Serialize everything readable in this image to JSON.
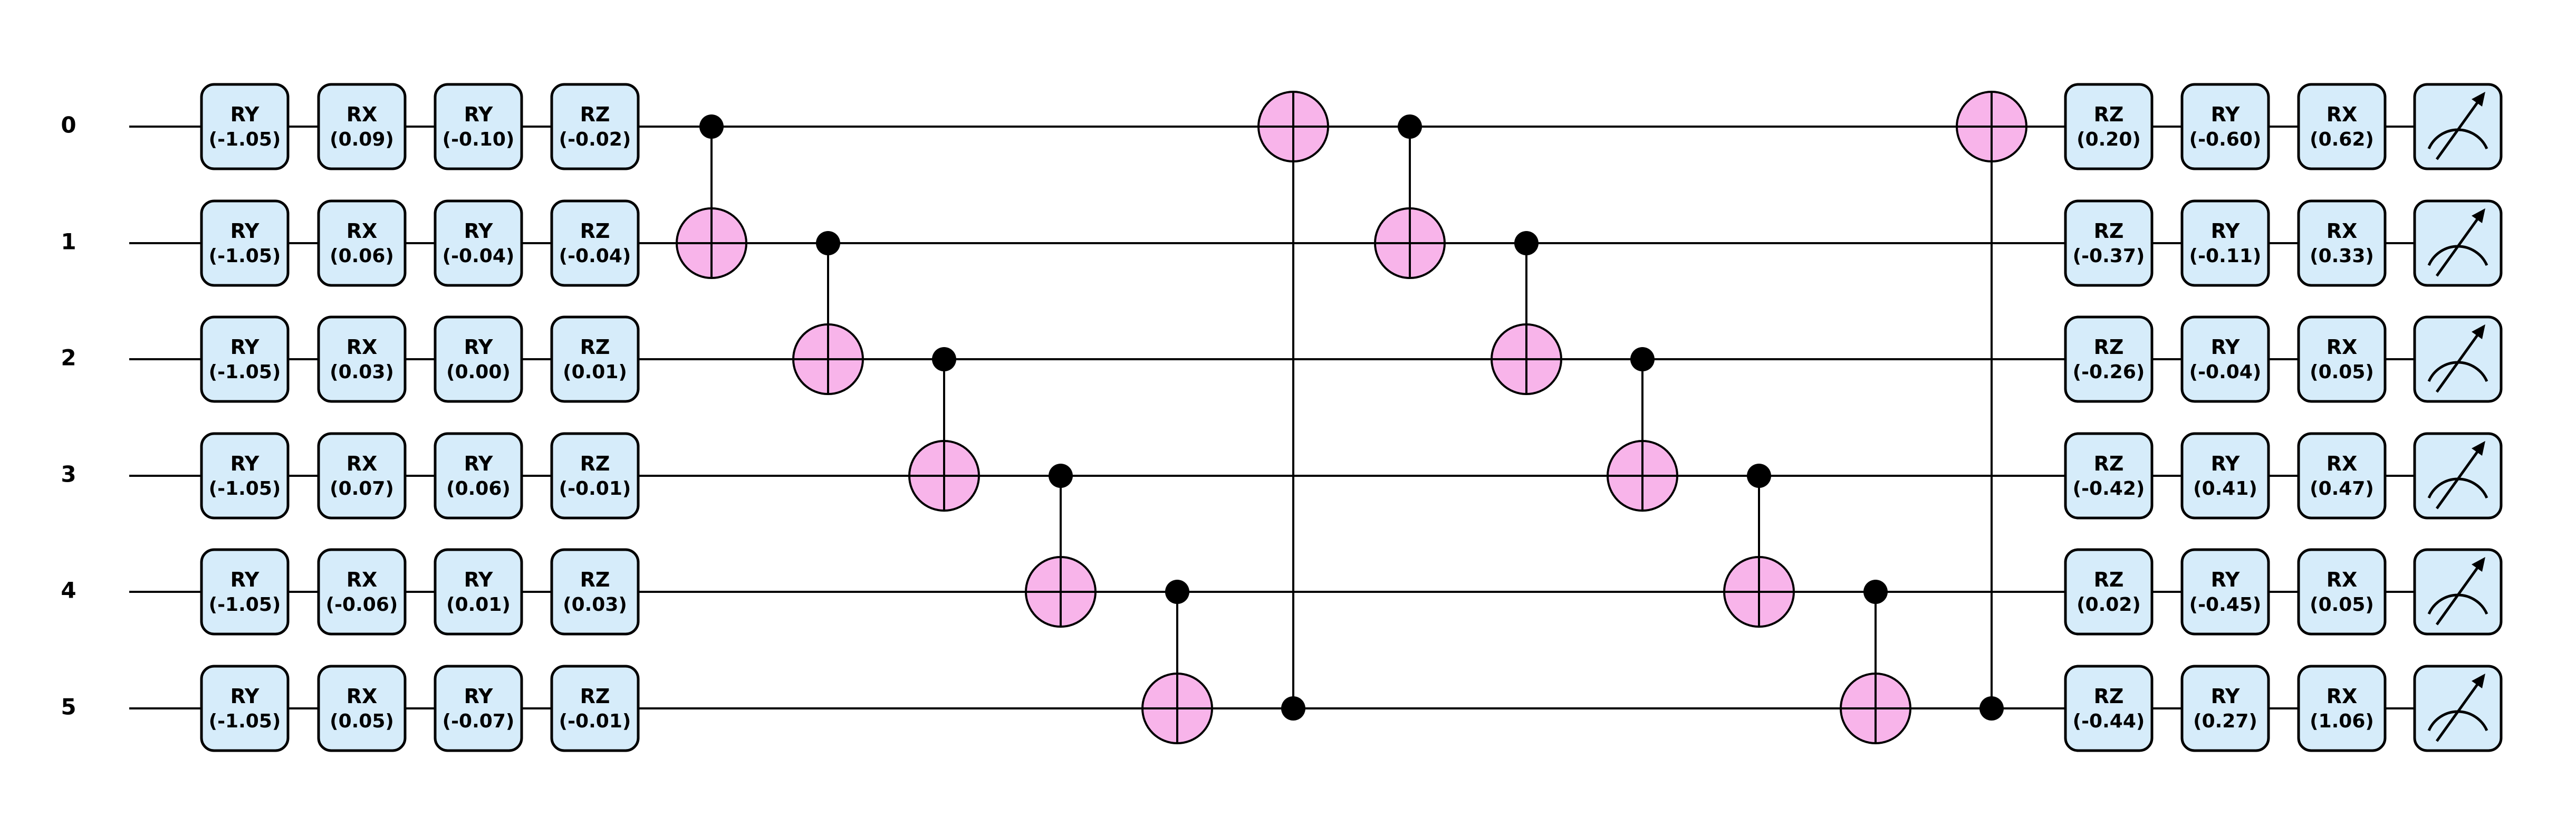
{
  "circuit": {
    "qubits": [
      "0",
      "1",
      "2",
      "3",
      "4",
      "5"
    ],
    "colors": {
      "gate_fill": "#d6ecfa",
      "target_fill": "#f8b4ea",
      "wire": "#000000"
    },
    "first_layer": [
      [
        [
          "RY",
          "(-1.05)"
        ],
        [
          "RX",
          "(0.09)"
        ],
        [
          "RY",
          "(-0.10)"
        ],
        [
          "RZ",
          "(-0.02)"
        ]
      ],
      [
        [
          "RY",
          "(-1.05)"
        ],
        [
          "RX",
          "(0.06)"
        ],
        [
          "RY",
          "(-0.04)"
        ],
        [
          "RZ",
          "(-0.04)"
        ]
      ],
      [
        [
          "RY",
          "(-1.05)"
        ],
        [
          "RX",
          "(0.03)"
        ],
        [
          "RY",
          "(0.00)"
        ],
        [
          "RZ",
          "(0.01)"
        ]
      ],
      [
        [
          "RY",
          "(-1.05)"
        ],
        [
          "RX",
          "(0.07)"
        ],
        [
          "RY",
          "(0.06)"
        ],
        [
          "RZ",
          "(-0.01)"
        ]
      ],
      [
        [
          "RY",
          "(-1.05)"
        ],
        [
          "RX",
          "(-0.06)"
        ],
        [
          "RY",
          "(0.01)"
        ],
        [
          "RZ",
          "(0.03)"
        ]
      ],
      [
        [
          "RY",
          "(-1.05)"
        ],
        [
          "RX",
          "(0.05)"
        ],
        [
          "RY",
          "(-0.07)"
        ],
        [
          "RZ",
          "(-0.01)"
        ]
      ]
    ],
    "entangler": [
      {
        "control": 0,
        "target": 1
      },
      {
        "control": 1,
        "target": 2
      },
      {
        "control": 2,
        "target": 3
      },
      {
        "control": 3,
        "target": 4
      },
      {
        "control": 4,
        "target": 5
      },
      {
        "control": 5,
        "target": 0
      },
      {
        "control": 0,
        "target": 1
      },
      {
        "control": 1,
        "target": 2
      },
      {
        "control": 2,
        "target": 3
      },
      {
        "control": 3,
        "target": 4
      },
      {
        "control": 4,
        "target": 5
      },
      {
        "control": 5,
        "target": 0
      }
    ],
    "last_layer": [
      [
        [
          "RZ",
          "(0.20)"
        ],
        [
          "RY",
          "(-0.60)"
        ],
        [
          "RX",
          "(0.62)"
        ]
      ],
      [
        [
          "RZ",
          "(-0.37)"
        ],
        [
          "RY",
          "(-0.11)"
        ],
        [
          "RX",
          "(0.33)"
        ]
      ],
      [
        [
          "RZ",
          "(-0.26)"
        ],
        [
          "RY",
          "(-0.04)"
        ],
        [
          "RX",
          "(0.05)"
        ]
      ],
      [
        [
          "RZ",
          "(-0.42)"
        ],
        [
          "RY",
          "(0.41)"
        ],
        [
          "RX",
          "(0.47)"
        ]
      ],
      [
        [
          "RZ",
          "(0.02)"
        ],
        [
          "RY",
          "(-0.45)"
        ],
        [
          "RX",
          "(0.05)"
        ]
      ],
      [
        [
          "RZ",
          "(-0.44)"
        ],
        [
          "RY",
          "(0.27)"
        ],
        [
          "RX",
          "(1.06)"
        ]
      ]
    ],
    "measure_icon": "measurement-meter-icon"
  }
}
